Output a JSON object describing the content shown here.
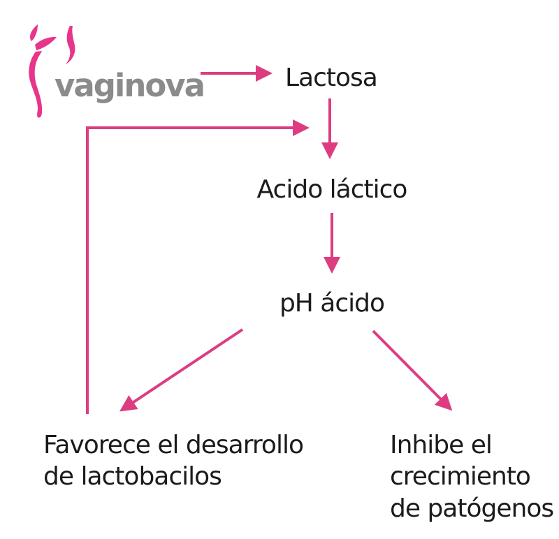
{
  "colors": {
    "arrow": "#dd3d80",
    "logo_pink": "#e8358b",
    "logo_gray": "#8b8b8b",
    "text": "#1b1b1b",
    "background": "#ffffff"
  },
  "logo": {
    "brand": "vaginova"
  },
  "nodes": {
    "lactosa": "Lactosa",
    "acido_lactico": "Acido láctico",
    "ph_acido": "pH ácido",
    "favorece_lines": [
      "Favorece el desarrollo",
      "de lactobacilos"
    ],
    "inhibe_lines": [
      "Inhibe el",
      "crecimiento",
      "de patógenos"
    ]
  },
  "diagram": {
    "edges": [
      {
        "from": "vaginova",
        "to": "Lactosa"
      },
      {
        "from": "Lactosa",
        "to": "Acido láctico"
      },
      {
        "from": "Acido láctico",
        "to": "pH ácido"
      },
      {
        "from": "pH ácido",
        "to": "Favorece el desarrollo de lactobacilos"
      },
      {
        "from": "pH ácido",
        "to": "Inhibe el crecimiento de patógenos"
      },
      {
        "from": "Favorece el desarrollo de lactobacilos",
        "to": "Lactosa → Acido láctico"
      }
    ]
  }
}
